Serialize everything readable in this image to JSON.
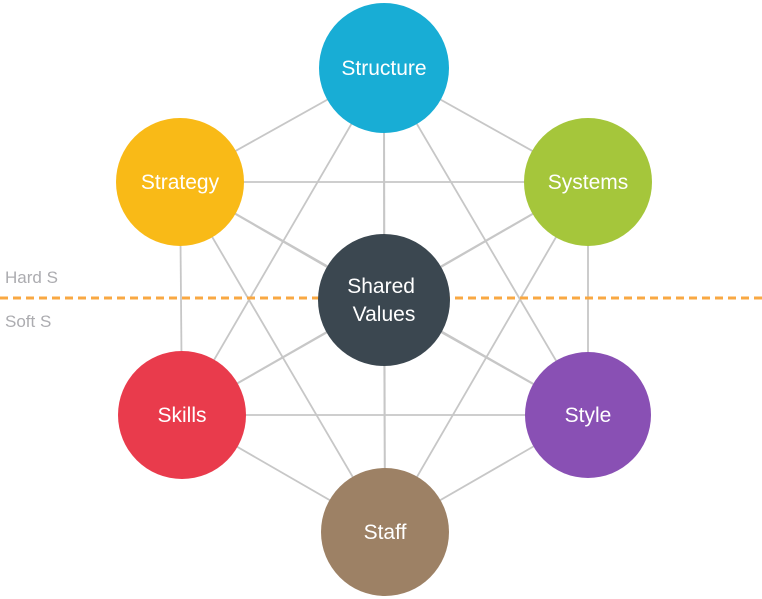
{
  "diagram": {
    "edge_color": "#C7C7C7",
    "nodes": [
      {
        "id": "structure",
        "label": "Structure",
        "color": "#18ADD5"
      },
      {
        "id": "strategy",
        "label": "Strategy",
        "color": "#F9BA17"
      },
      {
        "id": "systems",
        "label": "Systems",
        "color": "#A5C63B"
      },
      {
        "id": "shared-values",
        "label": "Shared Values",
        "lines": [
          "Shared",
          "Values"
        ],
        "color": "#3B4750"
      },
      {
        "id": "skills",
        "label": "Skills",
        "color": "#E93B4C"
      },
      {
        "id": "style",
        "label": "Style",
        "color": "#8950B4"
      },
      {
        "id": "staff",
        "label": "Staff",
        "color": "#9D8165"
      }
    ],
    "edges": [
      [
        "structure",
        "strategy"
      ],
      [
        "structure",
        "systems"
      ],
      [
        "structure",
        "shared-values"
      ],
      [
        "structure",
        "skills"
      ],
      [
        "structure",
        "style"
      ],
      [
        "structure",
        "staff"
      ],
      [
        "strategy",
        "systems"
      ],
      [
        "strategy",
        "shared-values"
      ],
      [
        "strategy",
        "skills"
      ],
      [
        "strategy",
        "style"
      ],
      [
        "strategy",
        "staff"
      ],
      [
        "systems",
        "shared-values"
      ],
      [
        "systems",
        "skills"
      ],
      [
        "systems",
        "style"
      ],
      [
        "systems",
        "staff"
      ],
      [
        "shared-values",
        "skills"
      ],
      [
        "shared-values",
        "style"
      ],
      [
        "shared-values",
        "staff"
      ],
      [
        "skills",
        "style"
      ],
      [
        "skills",
        "staff"
      ],
      [
        "style",
        "staff"
      ]
    ],
    "divider": {
      "hard_label": "Hard S",
      "soft_label": "Soft S",
      "line_color": "#F9A843",
      "label_color": "#ACACB0"
    }
  }
}
